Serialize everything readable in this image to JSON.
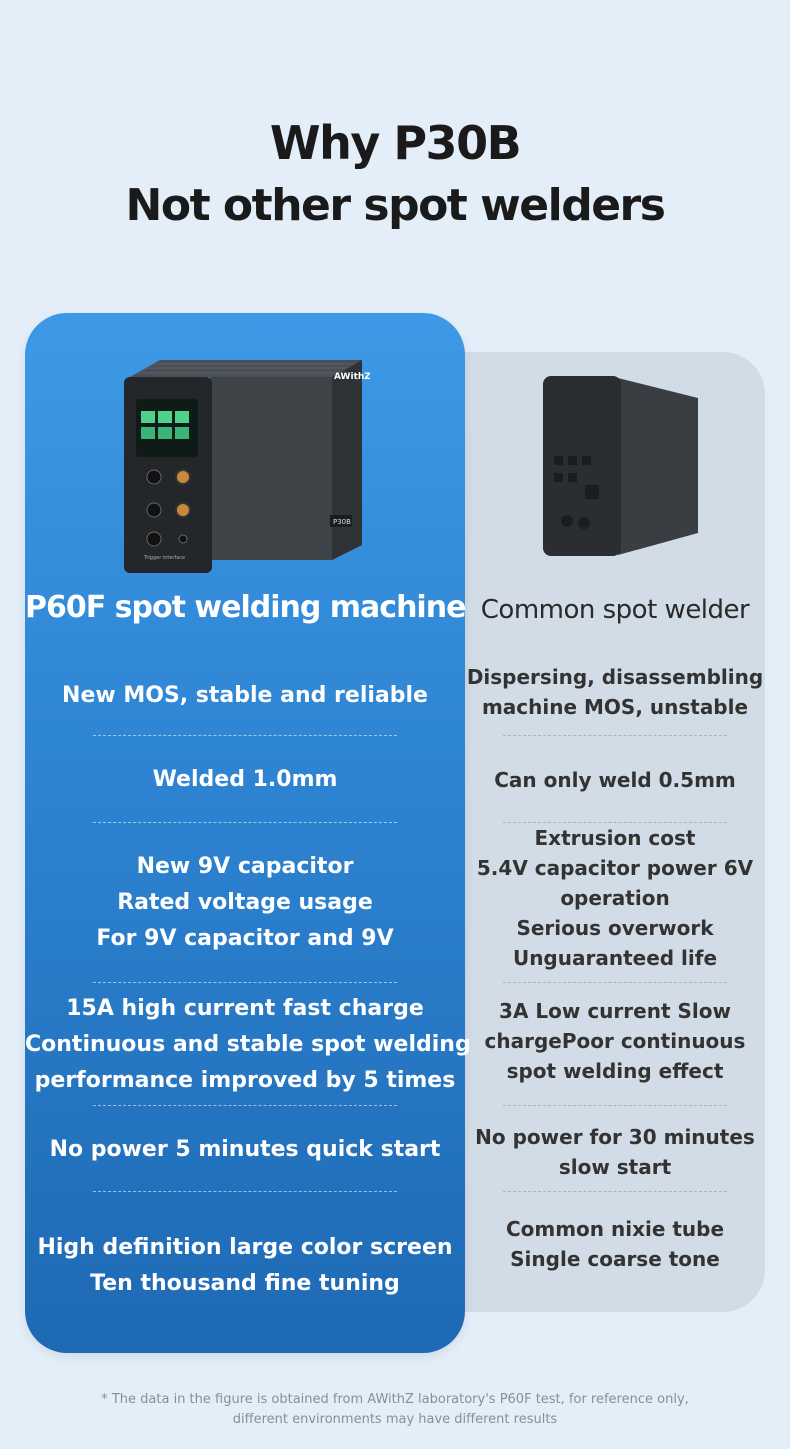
{
  "header": {
    "line1": "Why P30B",
    "line2": "Not other spot welders"
  },
  "left": {
    "title": "P60F spot welding machine",
    "device_brand": "AWithZ",
    "device_model": "P30B",
    "device_label": "Trigger interface",
    "rows": [
      [
        "New MOS, stable and reliable"
      ],
      [
        "Welded 1.0mm"
      ],
      [
        "New 9V capacitor",
        "Rated voltage usage",
        "For 9V capacitor and 9V"
      ],
      [
        "15A high current fast charge",
        "Continuous and stable spot welding",
        "performance improved by 5 times"
      ],
      [
        "No power 5 minutes quick start"
      ],
      [
        "High definition large color screen",
        "Ten thousand fine tuning"
      ]
    ]
  },
  "right": {
    "title": "Common spot welder",
    "rows": [
      [
        "Dispersing, disassembling",
        "machine MOS, unstable"
      ],
      [
        "Can only weld 0.5mm"
      ],
      [
        "Extrusion cost",
        "5.4V capacitor power 6V",
        "operation",
        "Serious overwork",
        "Unguaranteed life"
      ],
      [
        "3A Low current Slow",
        "chargePoor continuous",
        "spot welding effect"
      ],
      [
        "No power for 30 minutes",
        "slow start"
      ],
      [
        "Common nixie tube",
        "Single coarse tone"
      ]
    ]
  },
  "footnote": {
    "line1": "* The data in the figure is obtained from AWithZ laboratory's P60F test, for reference only,",
    "line2": "different environments may have different results"
  },
  "colors": {
    "left_card_top": "#3d99e6",
    "left_card_bottom": "#1e69b4",
    "right_card": "#d2dce6",
    "background": "#e3eef9"
  }
}
